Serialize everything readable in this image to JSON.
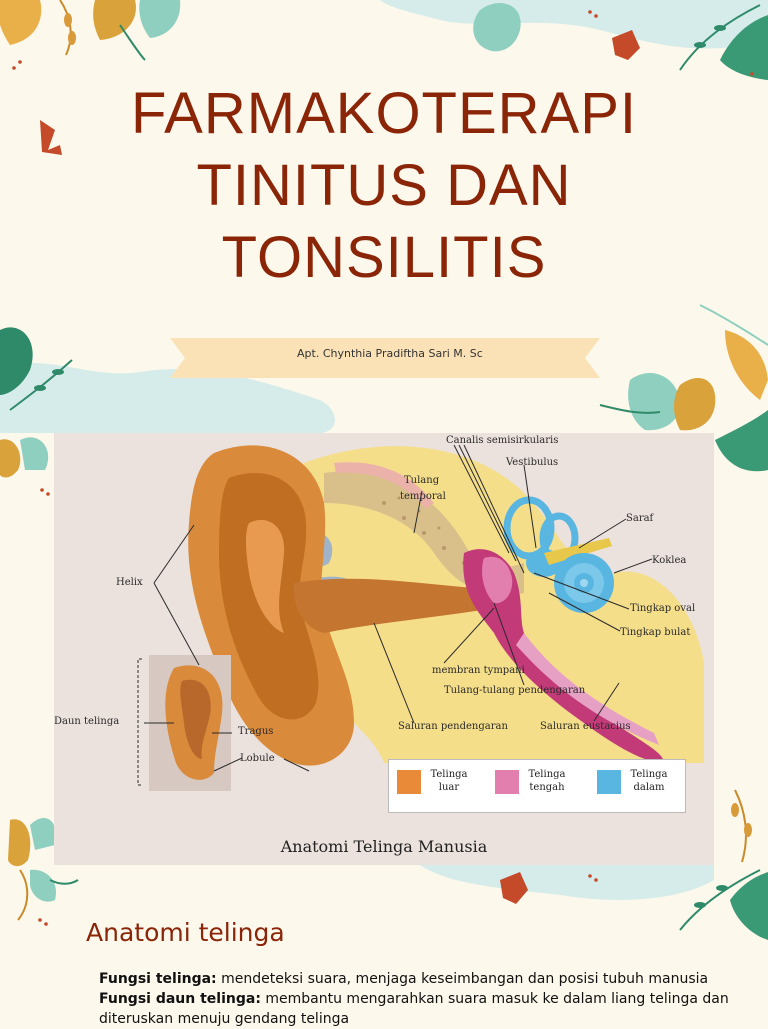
{
  "title": {
    "line1": "FARMAKOTERAPI",
    "line2": "TINITUS DAN",
    "line3": "TONSILITIS"
  },
  "author": "Apt. Chynthia Pradiftha Sari M. Sc",
  "figure": {
    "caption": "Anatomi Telinga Manusia",
    "labels": {
      "canalis": "Canalis semisirkularis",
      "vestibulus": "Vestibulus",
      "tulang_temporal_1": "Tulang",
      "tulang_temporal_2": "temporal",
      "saraf": "Saraf",
      "koklea": "Koklea",
      "tingkap_oval": "Tingkap oval",
      "tingkap_bulat": "Tingkap bulat",
      "helix": "Helix",
      "membran": "membran tympani",
      "tulang_pendengaran": "Tulang-tulang pendengaran",
      "saluran_pendengaran": "Saluran pendengaran",
      "saluran_eustacius": "Saluran eustacius",
      "daun_telinga": "Daun telinga",
      "tragus": "Tragus",
      "lobule": "Lobule"
    },
    "legend": [
      {
        "line1": "Telinga",
        "line2": "luar",
        "color": "#e88a38"
      },
      {
        "line1": "Telinga",
        "line2": "tengah",
        "color": "#e27fae"
      },
      {
        "line1": "Telinga",
        "line2": "dalam",
        "color": "#59b6e0"
      }
    ]
  },
  "section": {
    "heading": "Anatomi telinga",
    "p1_label": "Fungsi telinga:",
    "p1_text": " mendeteksi suara, menjaga keseimbangan dan posisi tubuh manusia",
    "p2_label": "Fungsi daun telinga:",
    "p2_text": " membantu mengarahkan suara masuk ke dalam liang telinga dan diteruskan menuju gendang telinga"
  },
  "colors": {
    "background": "#fdf8ec",
    "title": "#8a2508",
    "ribbon": "#fbe2b6",
    "blob": "#d6ecea"
  }
}
